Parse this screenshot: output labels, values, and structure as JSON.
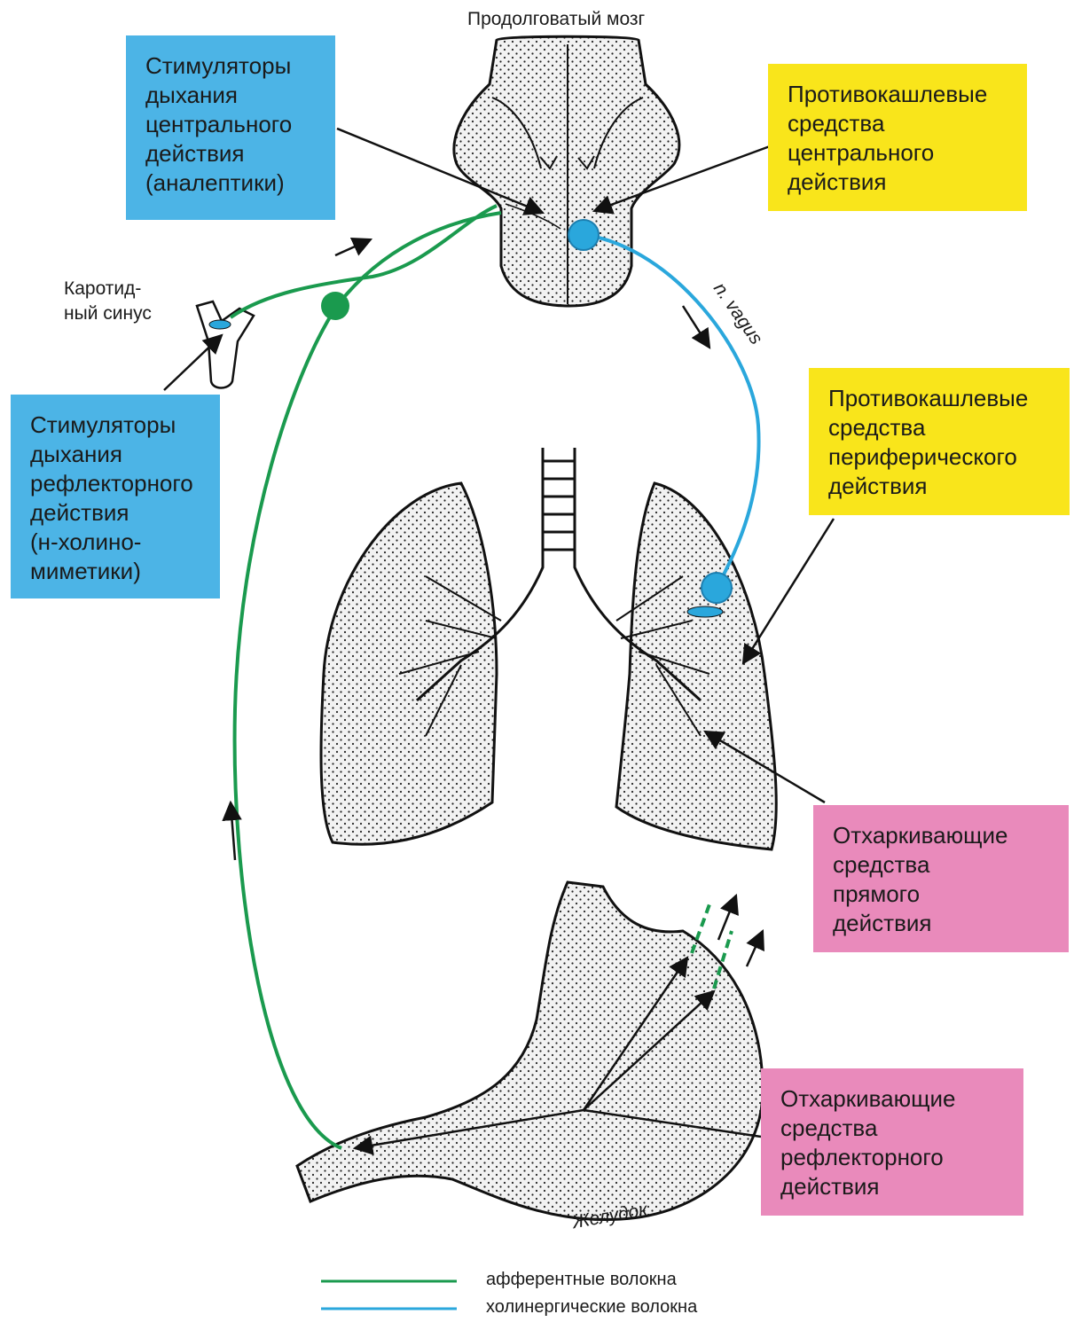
{
  "labels": {
    "medulla": "Продолговатый мозг",
    "carotid_sinus": [
      "Каротид-",
      "ный синус"
    ],
    "vagus": "n. vagus",
    "stomach": "Желудок"
  },
  "boxes": {
    "central_stimulants": [
      "Стимуляторы",
      "дыхания",
      "центрального",
      "действия",
      "(аналептики)"
    ],
    "reflex_stimulants": [
      "Стимуляторы",
      "дыхания",
      "рефлекторного",
      "действия",
      "(н-холино-",
      "миметики)"
    ],
    "central_antitussives": [
      "Противокашлевые",
      "средства",
      "центрального",
      "действия"
    ],
    "peripheral_antitussives": [
      "Противокашлевые",
      "средства",
      "периферического",
      "действия"
    ],
    "direct_expectorants": [
      "Отхаркивающие",
      "средства",
      "прямого",
      "действия"
    ],
    "reflex_expectorants": [
      "Отхаркивающие",
      "средства",
      "рефлекторного",
      "действия"
    ]
  },
  "legend": {
    "afferent": "афферентные волокна",
    "cholinergic": "холинергические волокна"
  },
  "colors": {
    "blue_box": "#4cb4e6",
    "yellow_box": "#f9e51b",
    "pink_box": "#e98abb",
    "afferent_fiber": "#1a9a4e",
    "cholinergic_fiber": "#2aa7dc"
  }
}
